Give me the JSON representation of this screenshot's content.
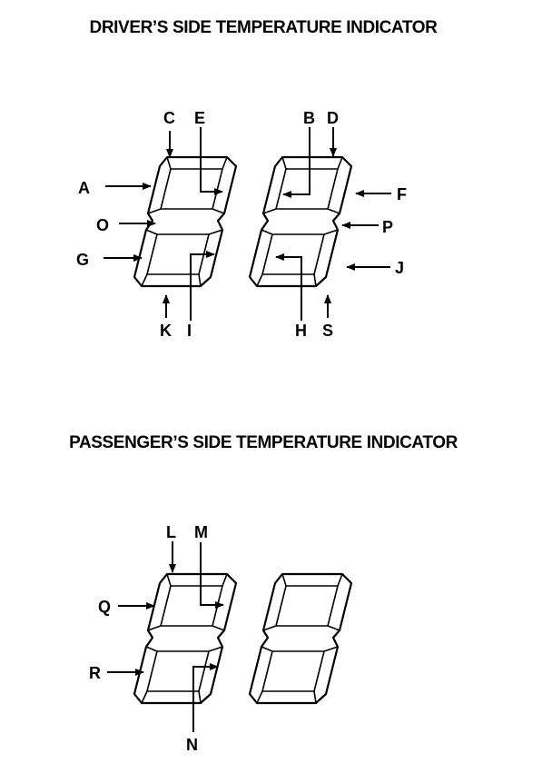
{
  "titles": {
    "driver": "DRIVER’S SIDE TEMPERATURE INDICATOR",
    "passenger": "PASSENGER’S SIDE TEMPERATURE INDICATOR"
  },
  "labels": {
    "A": "A",
    "B": "B",
    "C": "C",
    "D": "D",
    "E": "E",
    "F": "F",
    "G": "G",
    "H": "H",
    "I": "I",
    "J": "J",
    "K": "K",
    "L": "L",
    "M": "M",
    "N": "N",
    "O": "O",
    "P": "P",
    "Q": "Q",
    "R": "R",
    "S": "S"
  }
}
